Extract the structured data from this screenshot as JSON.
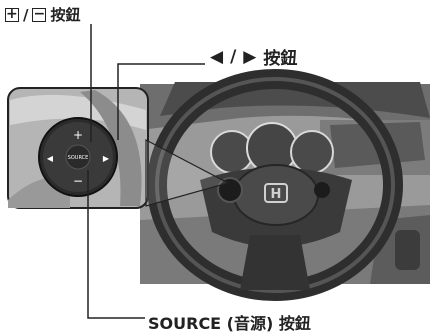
{
  "labels": {
    "plus_minus": {
      "plus_glyph": "+",
      "separator": "/",
      "minus_glyph": "−",
      "text": "按鈕"
    },
    "arrows": {
      "left_glyph": "◀",
      "separator": "/",
      "right_glyph": "▶",
      "text": "按鈕"
    },
    "source": "SOURCE (音源) 按鈕"
  },
  "inset": {
    "steering_keys": {
      "plus": "+",
      "left": "◀",
      "center": "SOURCE",
      "right": "▶",
      "minus": "−"
    }
  },
  "colors": {
    "line": "#222222",
    "photo_dark": "#3a3a3a",
    "photo_mid": "#8a8a8a",
    "photo_light": "#c9c9c9"
  }
}
